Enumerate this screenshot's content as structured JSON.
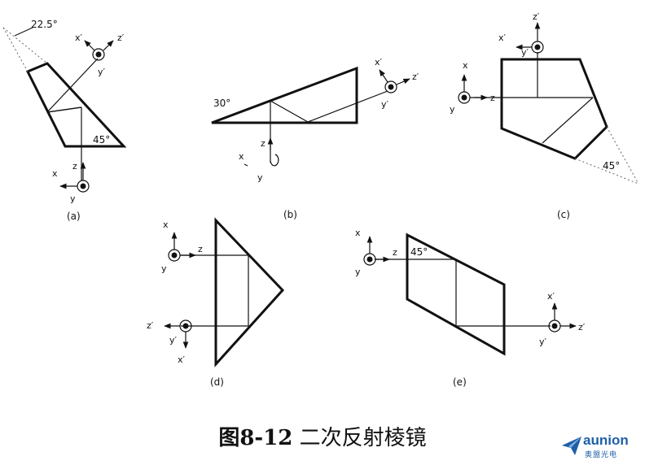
{
  "caption": {
    "number": "图8-12",
    "title": "二次反射棱镜"
  },
  "logo": {
    "name": "aunion",
    "subtitle": "奥盟光电",
    "color": "#1e5fa8"
  },
  "figures": {
    "a": {
      "label": "(a)",
      "angle_top": "22.5°",
      "angle_bottom": "45°"
    },
    "b": {
      "label": "(b)",
      "angle": "30°"
    },
    "c": {
      "label": "(c)",
      "angle": "45°"
    },
    "d": {
      "label": "(d)"
    },
    "e": {
      "label": "(e)",
      "angle": "45°"
    }
  },
  "axes": {
    "x": "x",
    "y": "y",
    "z": "z",
    "x_prime": "x′",
    "y_prime": "y′",
    "z_prime": "z′"
  }
}
